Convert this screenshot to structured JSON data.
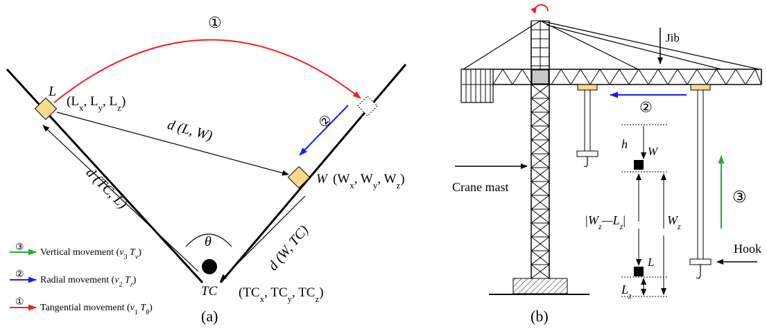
{
  "panel_a": {
    "caption": "(a)",
    "move_number_1": "①",
    "move_number_2": "②",
    "point_L": "L",
    "point_L_coords": "(L",
    "point_L_coords_full": [
      "(L",
      "x",
      ", L",
      "y",
      ", L",
      "z",
      ")"
    ],
    "point_W": "W",
    "point_W_coords_full": [
      "(W",
      "x",
      ", W",
      "y",
      ", W",
      "z",
      ")"
    ],
    "point_TC": "TC",
    "point_TC_coords_full": [
      "(TC",
      "x",
      ", TC",
      "y",
      ", TC",
      "z",
      ")"
    ],
    "dist_LW": "d (L, W)",
    "dist_TCL": "d (TC, L)",
    "dist_WTC": "d (W, TC)",
    "angle": "θ",
    "legend": [
      {
        "number": "③",
        "label": "Vertical movement (",
        "v": "v",
        "vsub": "3",
        "T": " T",
        "Tsub": "v",
        "color": "#22aa33"
      },
      {
        "number": "②",
        "label": "Radial movement (",
        "v": "v",
        "vsub": "2",
        "T": " T",
        "Tsub": "r",
        "color": "#1a1aff"
      },
      {
        "number": "①",
        "label": "Tangential movement (",
        "v": "v",
        "vsub": "1",
        "T": " T",
        "Tsub": "θ",
        "color": "#ee2222"
      }
    ]
  },
  "panel_b": {
    "caption": "(b)",
    "jib": "Jib",
    "crane_mast": "Crane mast",
    "hook": "Hook",
    "move_number_2": "②",
    "move_number_3": "③",
    "h": "h",
    "W": "W",
    "L": "L",
    "Wz": [
      "W",
      "z"
    ],
    "Lz": [
      "L",
      "z"
    ],
    "abs_diff": [
      "|W",
      "z",
      "—L",
      "z",
      "|"
    ]
  },
  "colors": {
    "tangential": "#ee2222",
    "radial": "#1a1aff",
    "vertical": "#22aa33",
    "node_fill": "#ffd98a",
    "trolley": "#ffd98a",
    "mast_highlight": "#c8c8c8"
  }
}
